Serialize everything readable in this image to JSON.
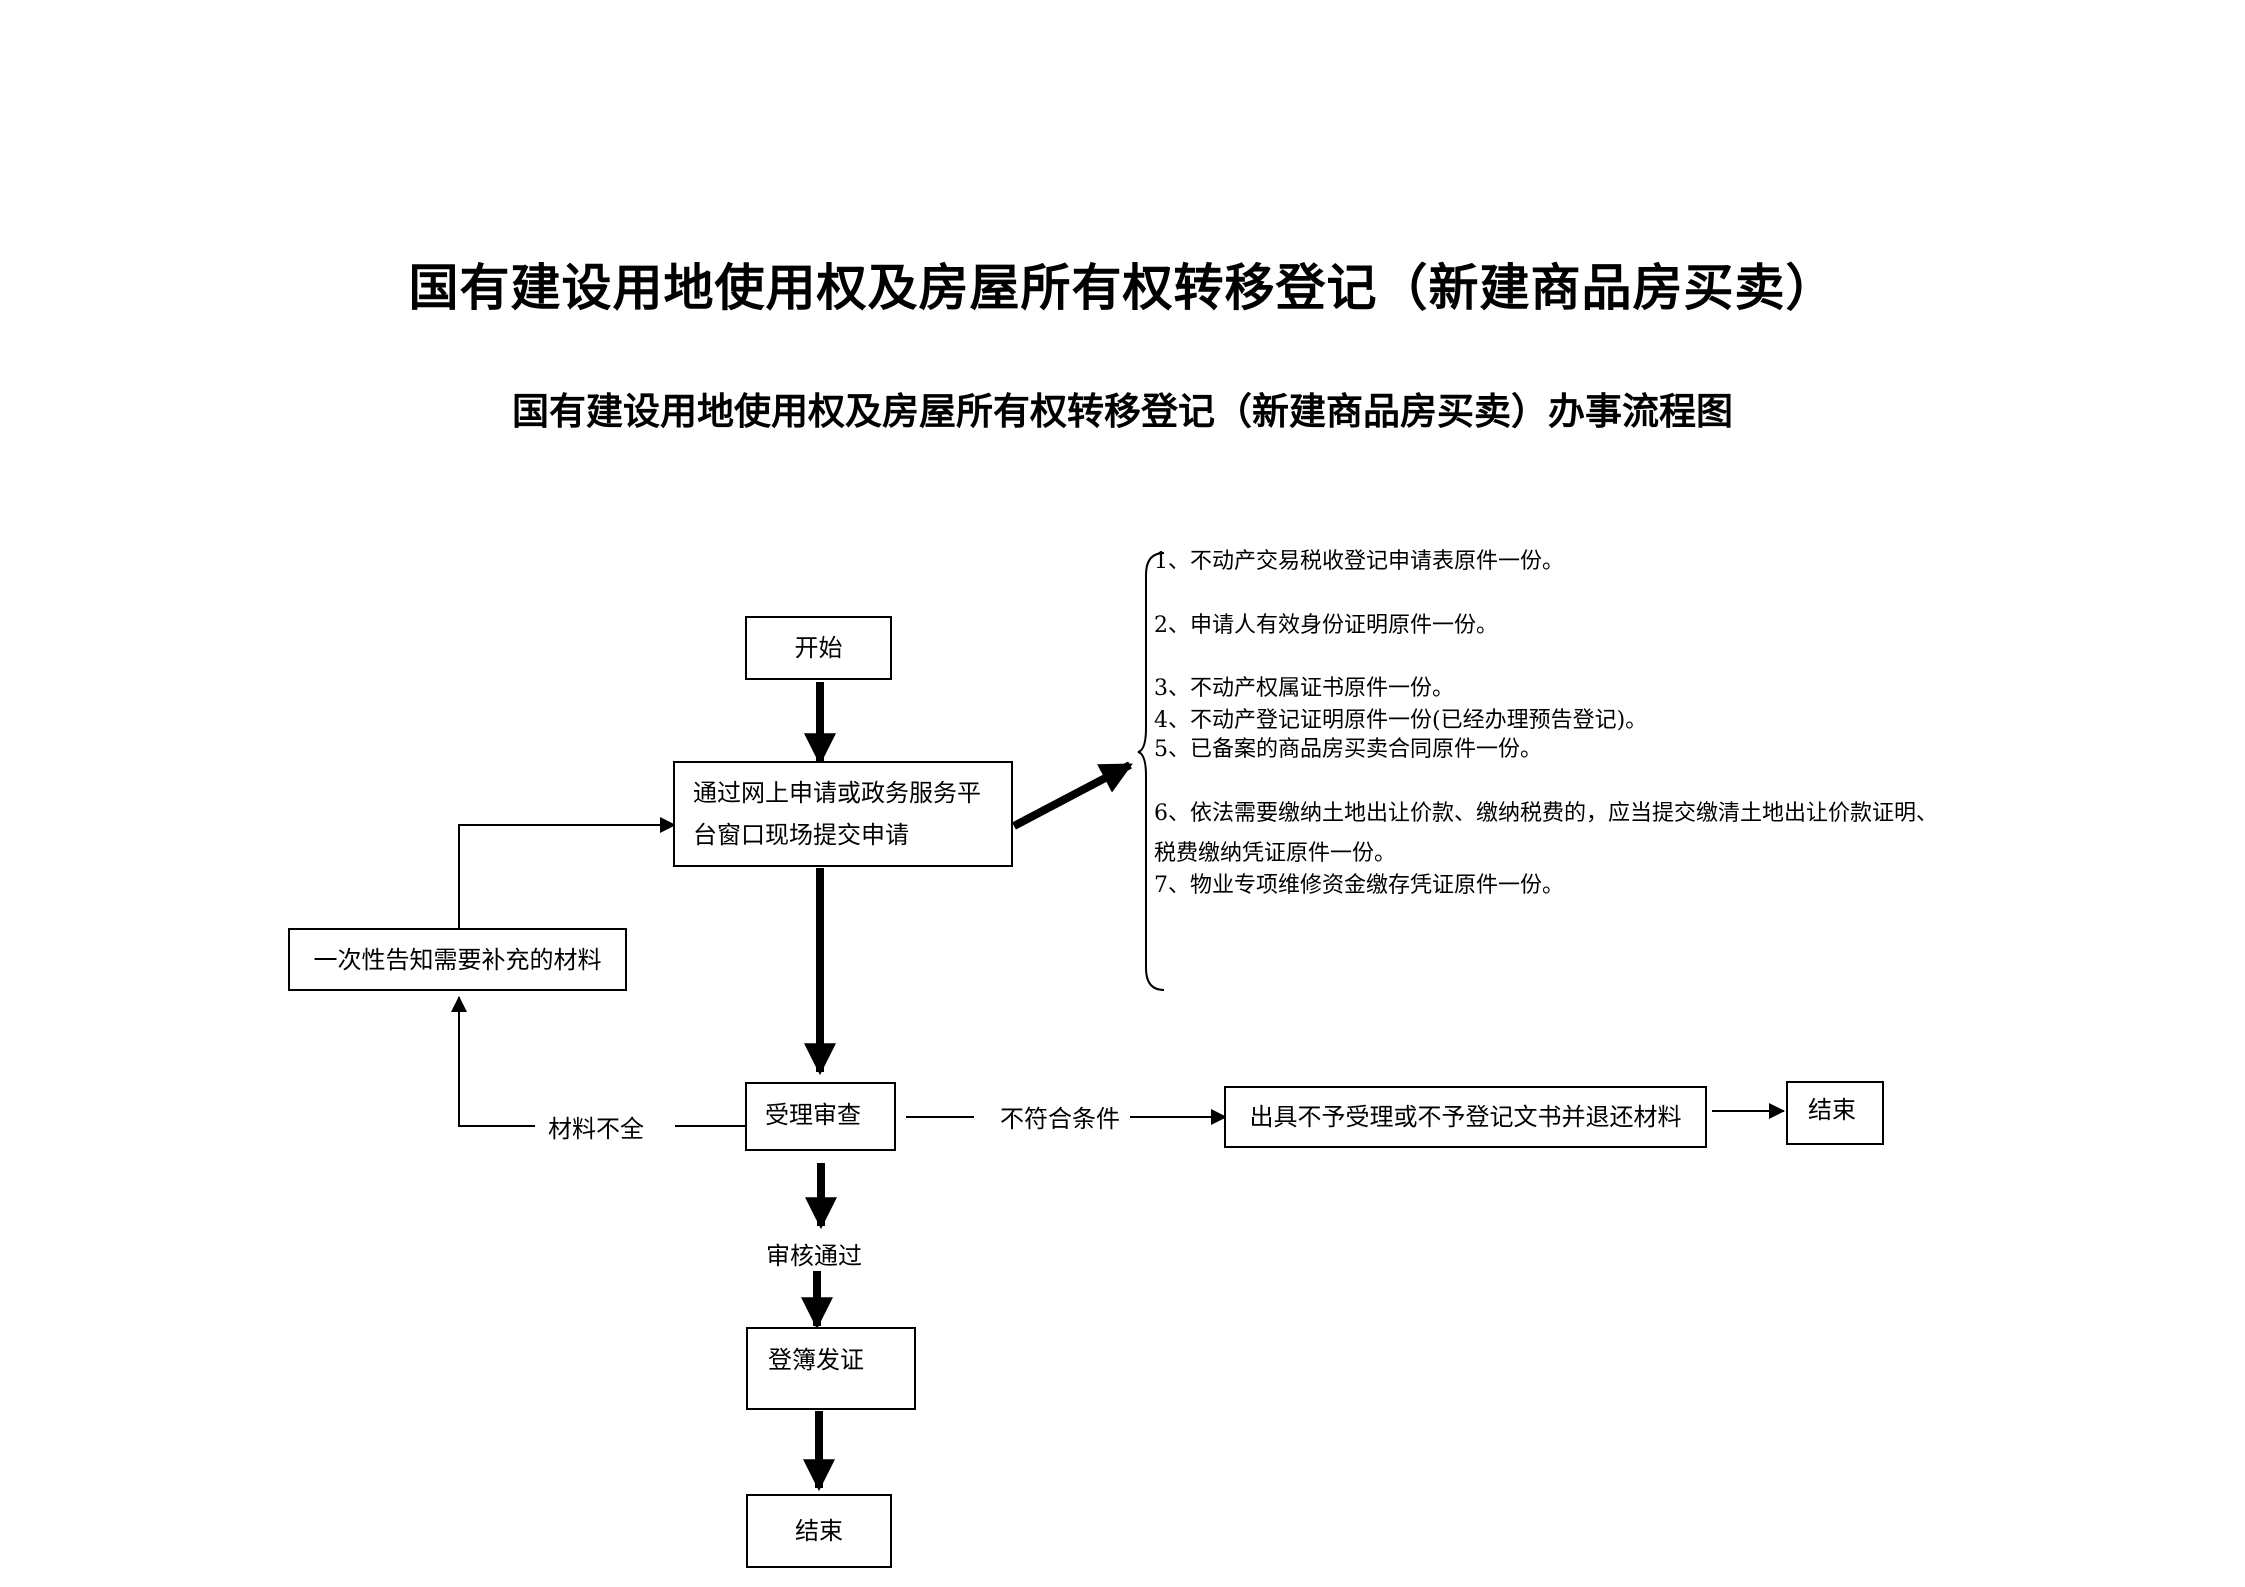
{
  "titles": {
    "main": "国有建设用地使用权及房屋所有权转移登记（新建商品房买卖）",
    "sub": "国有建设用地使用权及房屋所有权转移登记（新建商品房买卖）办事流程图"
  },
  "nodes": {
    "start": "开始",
    "apply": "通过网上申请或政务服务平台窗口现场提交申请",
    "notify": "一次性告知需要补充的材料",
    "review": "受理审查",
    "reject": "出具不予受理或不予登记文书并退还材料",
    "end_reject": "结束",
    "register": "登簿发证",
    "end": "结束"
  },
  "edge_labels": {
    "incomplete": "材料不全",
    "not_qualified": "不符合条件",
    "passed": "审核通过"
  },
  "requirements": [
    "1、不动产交易税收登记申请表原件一份。",
    "2、申请人有效身份证明原件一份。",
    "3、不动产权属证书原件一份。",
    "4、不动产登记证明原件一份(已经办理预告登记)。",
    "5、已备案的商品房买卖合同原件一份。",
    "6、依法需要缴纳土地出让价款、缴纳税费的，应当提交缴清土地出让价款证明、",
    "税费缴纳凭证原件一份。",
    "7、物业专项维修资金缴存凭证原件一份。"
  ]
}
